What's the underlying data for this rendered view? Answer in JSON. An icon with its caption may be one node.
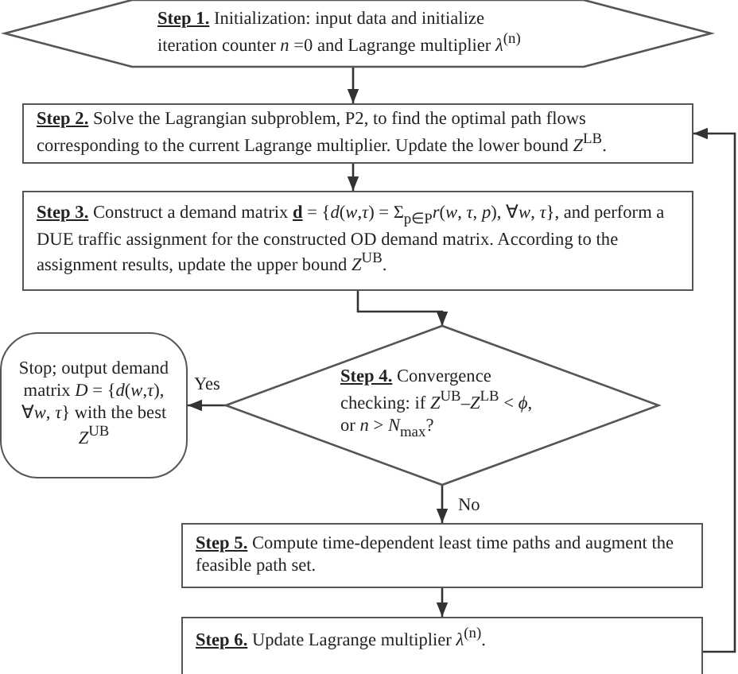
{
  "diagram": {
    "nodes": [
      {
        "text": [
          "**Step 1.** Initialization: input data and initialize iteration counter *n* =0 and Lagrange multiplier *λ*$^{(n)}$"
        ]
      },
      {
        "text": [
          "**Step 2.** Solve the Lagrangian subproblem, P2, to find the optimal path flows corresponding to the current Lagrange multiplier. Update the lower bound *Z*$^{LB}$."
        ]
      },
      {
        "text": [
          "**Step 3.** Construct a demand matrix **d** = {*d*(*w*,*τ*) = Σ$_{p∈P}$*r*(*w*, *τ*, *p*), ∀*w*, *τ*}, and perform a DUE traffic assignment for the constructed OD demand matrix. According to the assignment results, update the upper bound *Z*$^{UB}$."
        ]
      },
      {
        "text": [
          "Stop; output demand matrix *D* = {*d*(*w*,*τ*), ∀*w*, *τ*} with the best *Z*$^{UB}$"
        ]
      },
      {
        "text": [
          "**Step 4.** Convergence checking: if *Z*$^{UB}$–*Z*$^{LB}$ < *ϕ*, or *n* > *N*$_{max}$?"
        ]
      },
      {
        "text": [
          "**Step 5.** Compute time-dependent least time paths and augment the feasible path set."
        ]
      },
      {
        "text": [
          "**Step 6.** Update Lagrange multiplier *λ*$^{(n)}$."
        ]
      }
    ],
    "edges": [
      {
        "from": 0,
        "to": 1,
        "arrow": "to"
      },
      {
        "from": 1,
        "to": 2,
        "arrow": "to"
      },
      {
        "from": 2,
        "to": 4,
        "arrow": "to"
      },
      {
        "from": 4,
        "to": 3,
        "arrow": "to",
        "label": "Yes"
      },
      {
        "from": 4,
        "to": 5,
        "arrow": "to",
        "label": "No"
      },
      {
        "from": 5,
        "to": 6,
        "arrow": "to"
      },
      {
        "from": 6,
        "to": 1,
        "arrow": "to"
      }
    ]
  }
}
